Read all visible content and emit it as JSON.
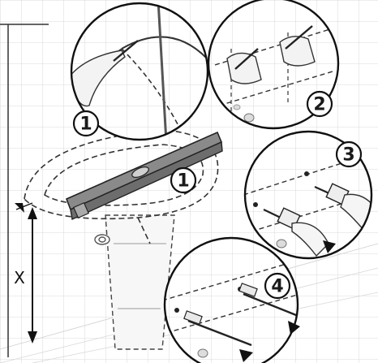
{
  "diagram": {
    "dimension_label": "X",
    "step_labels": [
      "1",
      "2",
      "1",
      "3",
      "4"
    ]
  }
}
